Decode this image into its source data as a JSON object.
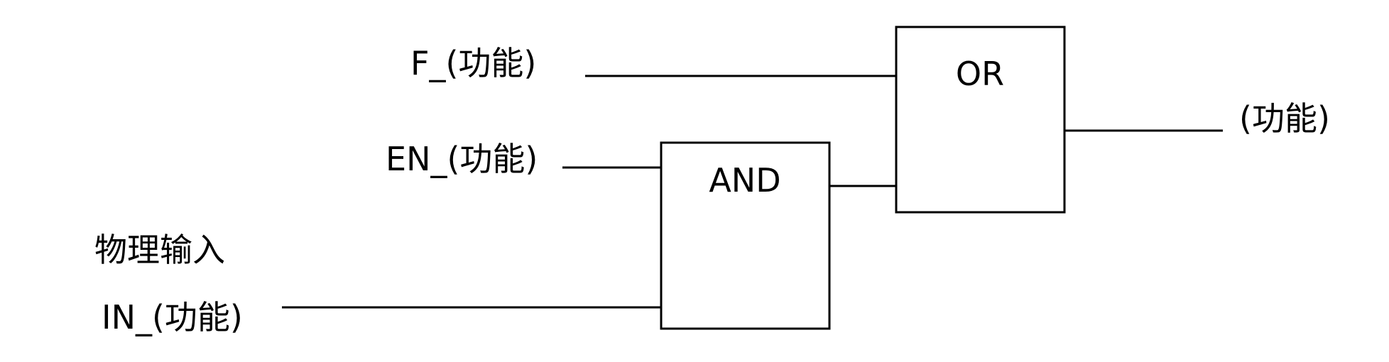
{
  "labels": {
    "f_input": "F_(功能)",
    "en_input": "EN_(功能)",
    "physical_input_heading": "物理输入",
    "in_input": "IN_(功能)",
    "output": "(功能)"
  },
  "gates": {
    "or_gate": "OR",
    "and_gate": "AND"
  }
}
